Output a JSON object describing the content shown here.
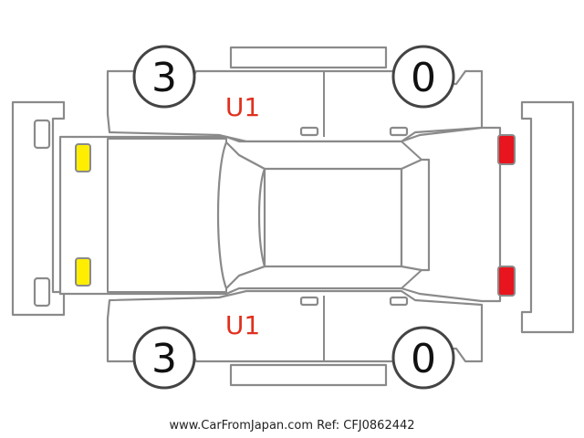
{
  "diagram": {
    "wheel_counts": {
      "front_left": "3",
      "rear_left": "0",
      "front_right": "3",
      "rear_right": "0"
    },
    "damage_marks": {
      "upper": "U1",
      "lower": "U1"
    },
    "indicator_colors": {
      "front_lights": "#ffee00",
      "rear_lights": "#e8141e"
    }
  },
  "footer": {
    "text": "www.CarFromJapan.com Ref: CFJ0862442"
  }
}
